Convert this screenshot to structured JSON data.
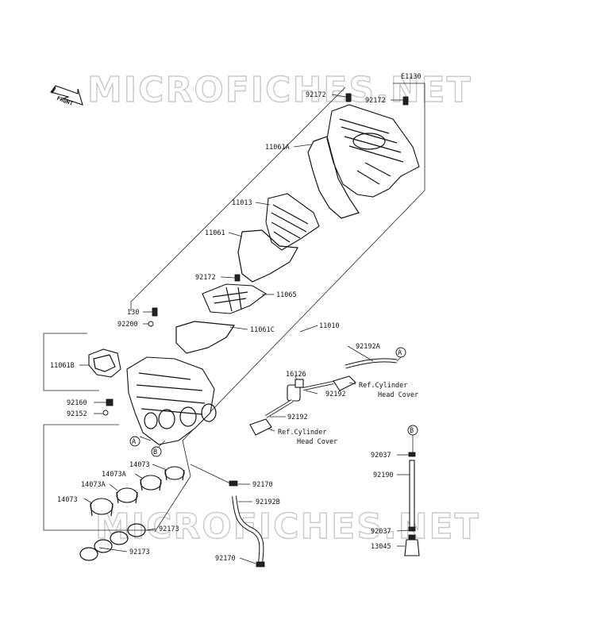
{
  "diagram_code": "E1130",
  "front_label": "FRONT",
  "watermark": "MICROFICHES.NET",
  "markers": {
    "a": "A",
    "b": "B"
  },
  "parts": {
    "p92172_top": "92172",
    "p92172_right": "92172",
    "p11061A": "11061A",
    "p11013": "11013",
    "p11061": "11061",
    "p92172_mid": "92172",
    "p11065": "11065",
    "p130": "130",
    "p92200": "92200",
    "p11061C": "11061C",
    "p11010": "11010",
    "p11061B": "11061B",
    "p92192A": "92192A",
    "p16126": "16126",
    "p92192_a": "92192",
    "p92192_b": "92192",
    "p92160": "92160",
    "p92152": "92152",
    "p14073_a": "14073",
    "p14073A_a": "14073A",
    "p14073A_b": "14073A",
    "p14073_b": "14073",
    "p92170_a": "92170",
    "p92192B": "92192B",
    "p92173_a": "92173",
    "p92173_b": "92173",
    "p92170_b": "92170",
    "p92037_a": "92037",
    "p92190": "92190",
    "p92037_b": "92037",
    "p13045": "13045"
  },
  "refs": {
    "ref1_line1": "Ref.Cylinder",
    "ref1_line2": "Head Cover",
    "ref2_line1": "Ref.Cylinder",
    "ref2_line2": "Head Cover"
  }
}
